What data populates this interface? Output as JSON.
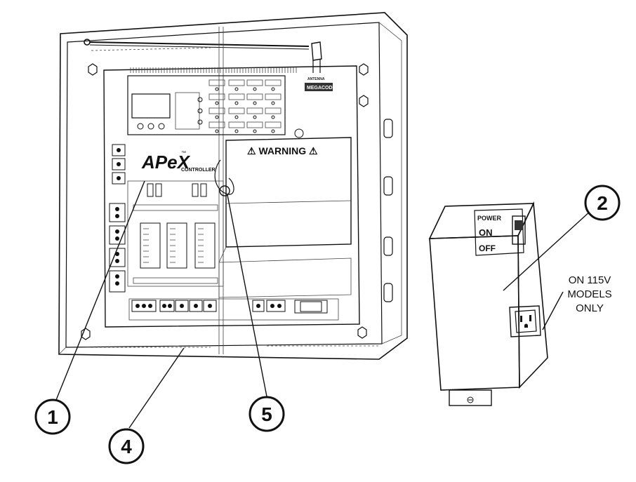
{
  "callouts": [
    {
      "id": "1",
      "number": "1"
    },
    {
      "id": "2",
      "number": "2"
    },
    {
      "id": "4",
      "number": "4"
    },
    {
      "id": "5",
      "number": "5"
    }
  ],
  "controller": {
    "brand": "APeX",
    "tm": "™",
    "sub": "CONTROLLER",
    "warning": "⚠ WARNING ⚠",
    "antenna": "ANTENNA",
    "antenna_brand": "MEGACODE"
  },
  "power_box": {
    "power_label": "POWER",
    "on_label": "ON",
    "off_label": "OFF"
  },
  "note": {
    "line1": "ON 115V",
    "line2": "MODELS",
    "line3": "ONLY"
  },
  "colors": {
    "line": "#111111",
    "fill": "#ffffff",
    "shade": "#e6e6e6"
  }
}
